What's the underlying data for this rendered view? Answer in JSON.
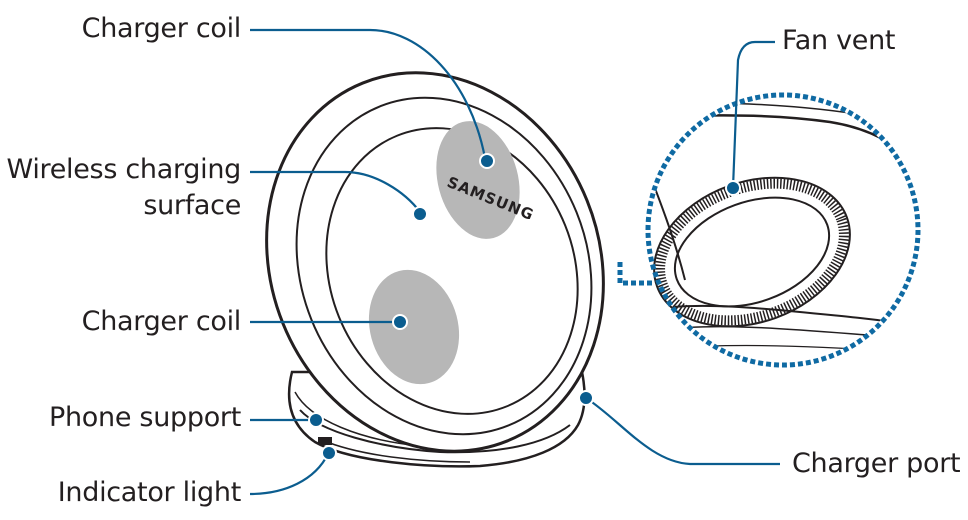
{
  "labels": {
    "charger_coil_top": "Charger coil",
    "wireless_surface_line1": "Wireless charging",
    "wireless_surface_line2": "surface",
    "charger_coil_bottom": "Charger coil",
    "phone_support": "Phone support",
    "indicator_light": "Indicator light",
    "fan_vent": "Fan vent",
    "charger_port": "Charger port"
  },
  "brand_text": "SAMSUNG",
  "colors": {
    "leader_line": "#0b5d8f",
    "dotted_circle": "#0f6aa3",
    "coil_fill": "#b7b7b7",
    "outline": "#231f20",
    "label_text": "#231f20"
  }
}
